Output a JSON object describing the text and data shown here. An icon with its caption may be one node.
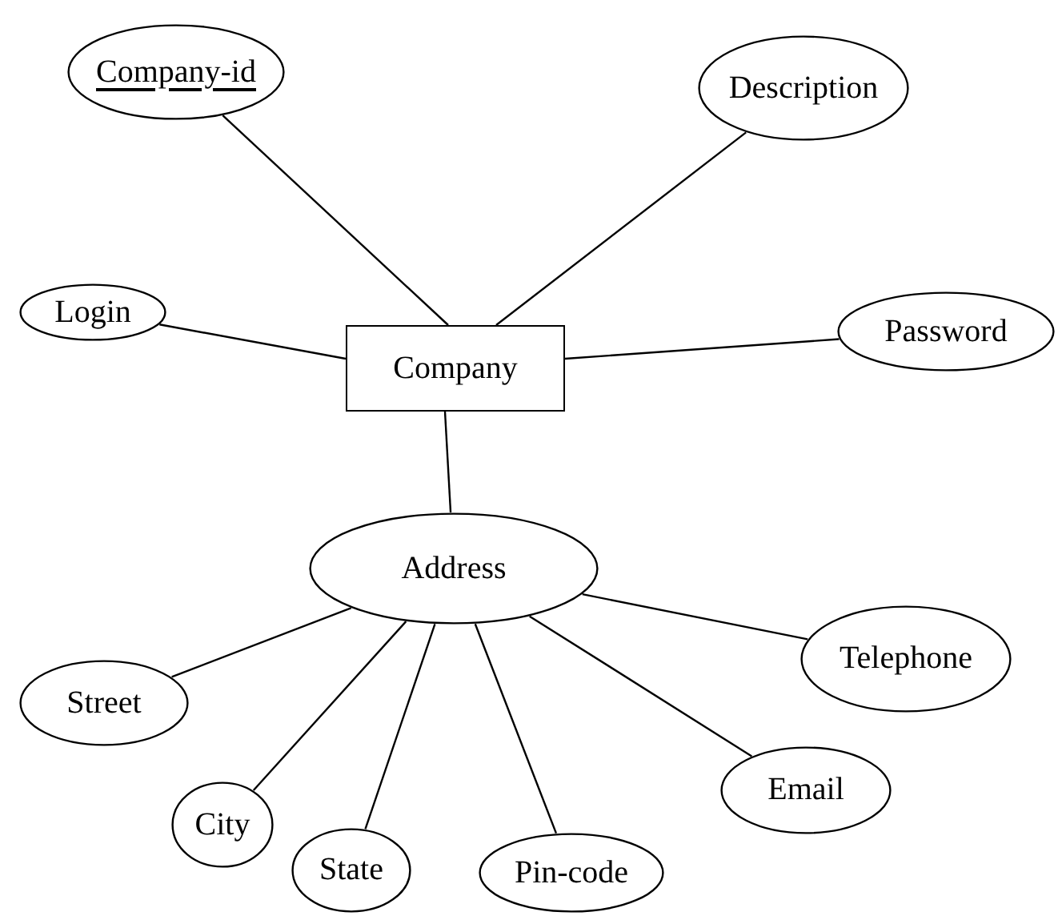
{
  "diagram": {
    "nodes": [
      {
        "text": [
          "Company"
        ]
      },
      {
        "text": [
          "Company-id"
        ]
      },
      {
        "text": [
          "Description"
        ]
      },
      {
        "text": [
          "Login"
        ]
      },
      {
        "text": [
          "Password"
        ]
      },
      {
        "text": [
          "Address"
        ]
      },
      {
        "text": [
          "Street"
        ]
      },
      {
        "text": [
          "City"
        ]
      },
      {
        "text": [
          "State"
        ]
      },
      {
        "text": [
          "Pin-code"
        ]
      },
      {
        "text": [
          "Email"
        ]
      },
      {
        "text": [
          "Telephone"
        ]
      }
    ],
    "edges": [
      {
        "from": 1,
        "to": 0,
        "arrow": "none"
      },
      {
        "from": 2,
        "to": 0,
        "arrow": "none"
      },
      {
        "from": 3,
        "to": 0,
        "arrow": "none"
      },
      {
        "from": 4,
        "to": 0,
        "arrow": "none"
      },
      {
        "from": 0,
        "to": 5,
        "arrow": "none"
      },
      {
        "from": 5,
        "to": 6,
        "arrow": "none"
      },
      {
        "from": 5,
        "to": 7,
        "arrow": "none"
      },
      {
        "from": 5,
        "to": 8,
        "arrow": "none"
      },
      {
        "from": 5,
        "to": 9,
        "arrow": "none"
      },
      {
        "from": 5,
        "to": 10,
        "arrow": "none"
      },
      {
        "from": 5,
        "to": 11,
        "arrow": "none"
      }
    ]
  }
}
